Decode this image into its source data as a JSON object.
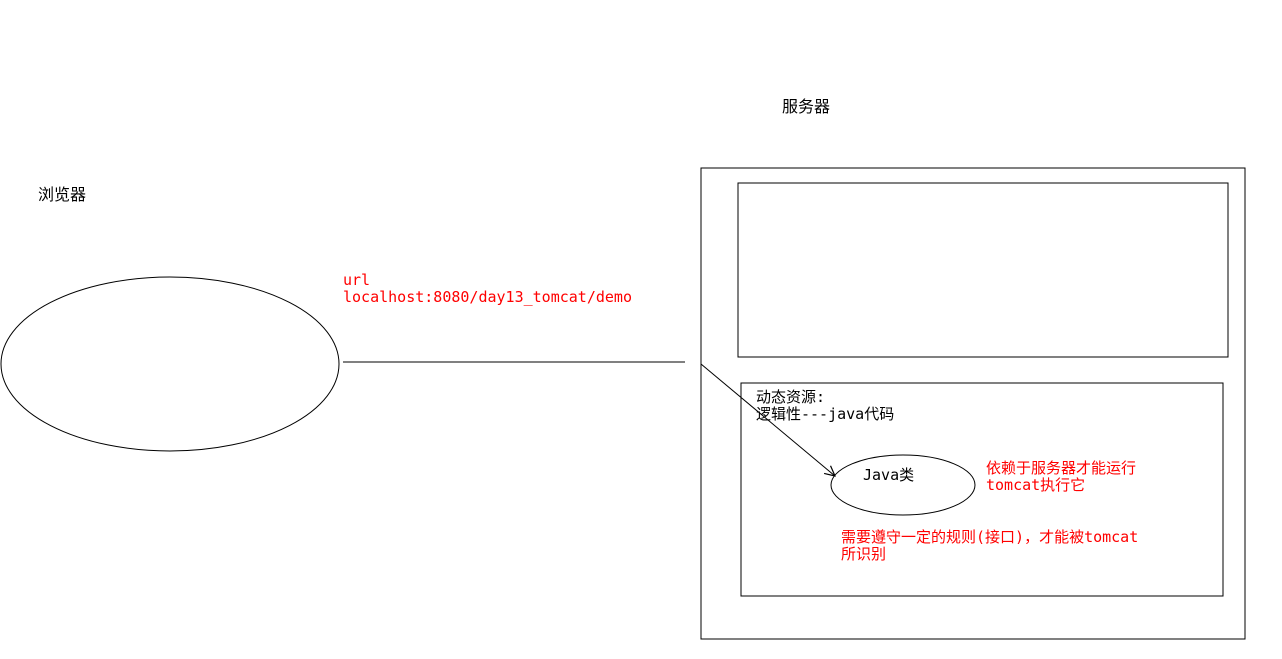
{
  "labels": {
    "browser": "浏览器",
    "server": "服务器"
  },
  "request": {
    "line1": "url",
    "line2": "localhost:8080/day13_tomcat/demo"
  },
  "dynamic_resource": {
    "line1": "动态资源:",
    "line2": "逻辑性---java代码"
  },
  "java_class": "Java类",
  "note_runtime": {
    "line1": "依赖于服务器才能运行",
    "line2": "tomcat执行它"
  },
  "note_rules": {
    "line1": "需要遵守一定的规则(接口)，才能被tomcat",
    "line2": "所识别"
  },
  "colors": {
    "stroke": "#000000",
    "annotation": "#ff0000",
    "background": "#ffffff"
  }
}
